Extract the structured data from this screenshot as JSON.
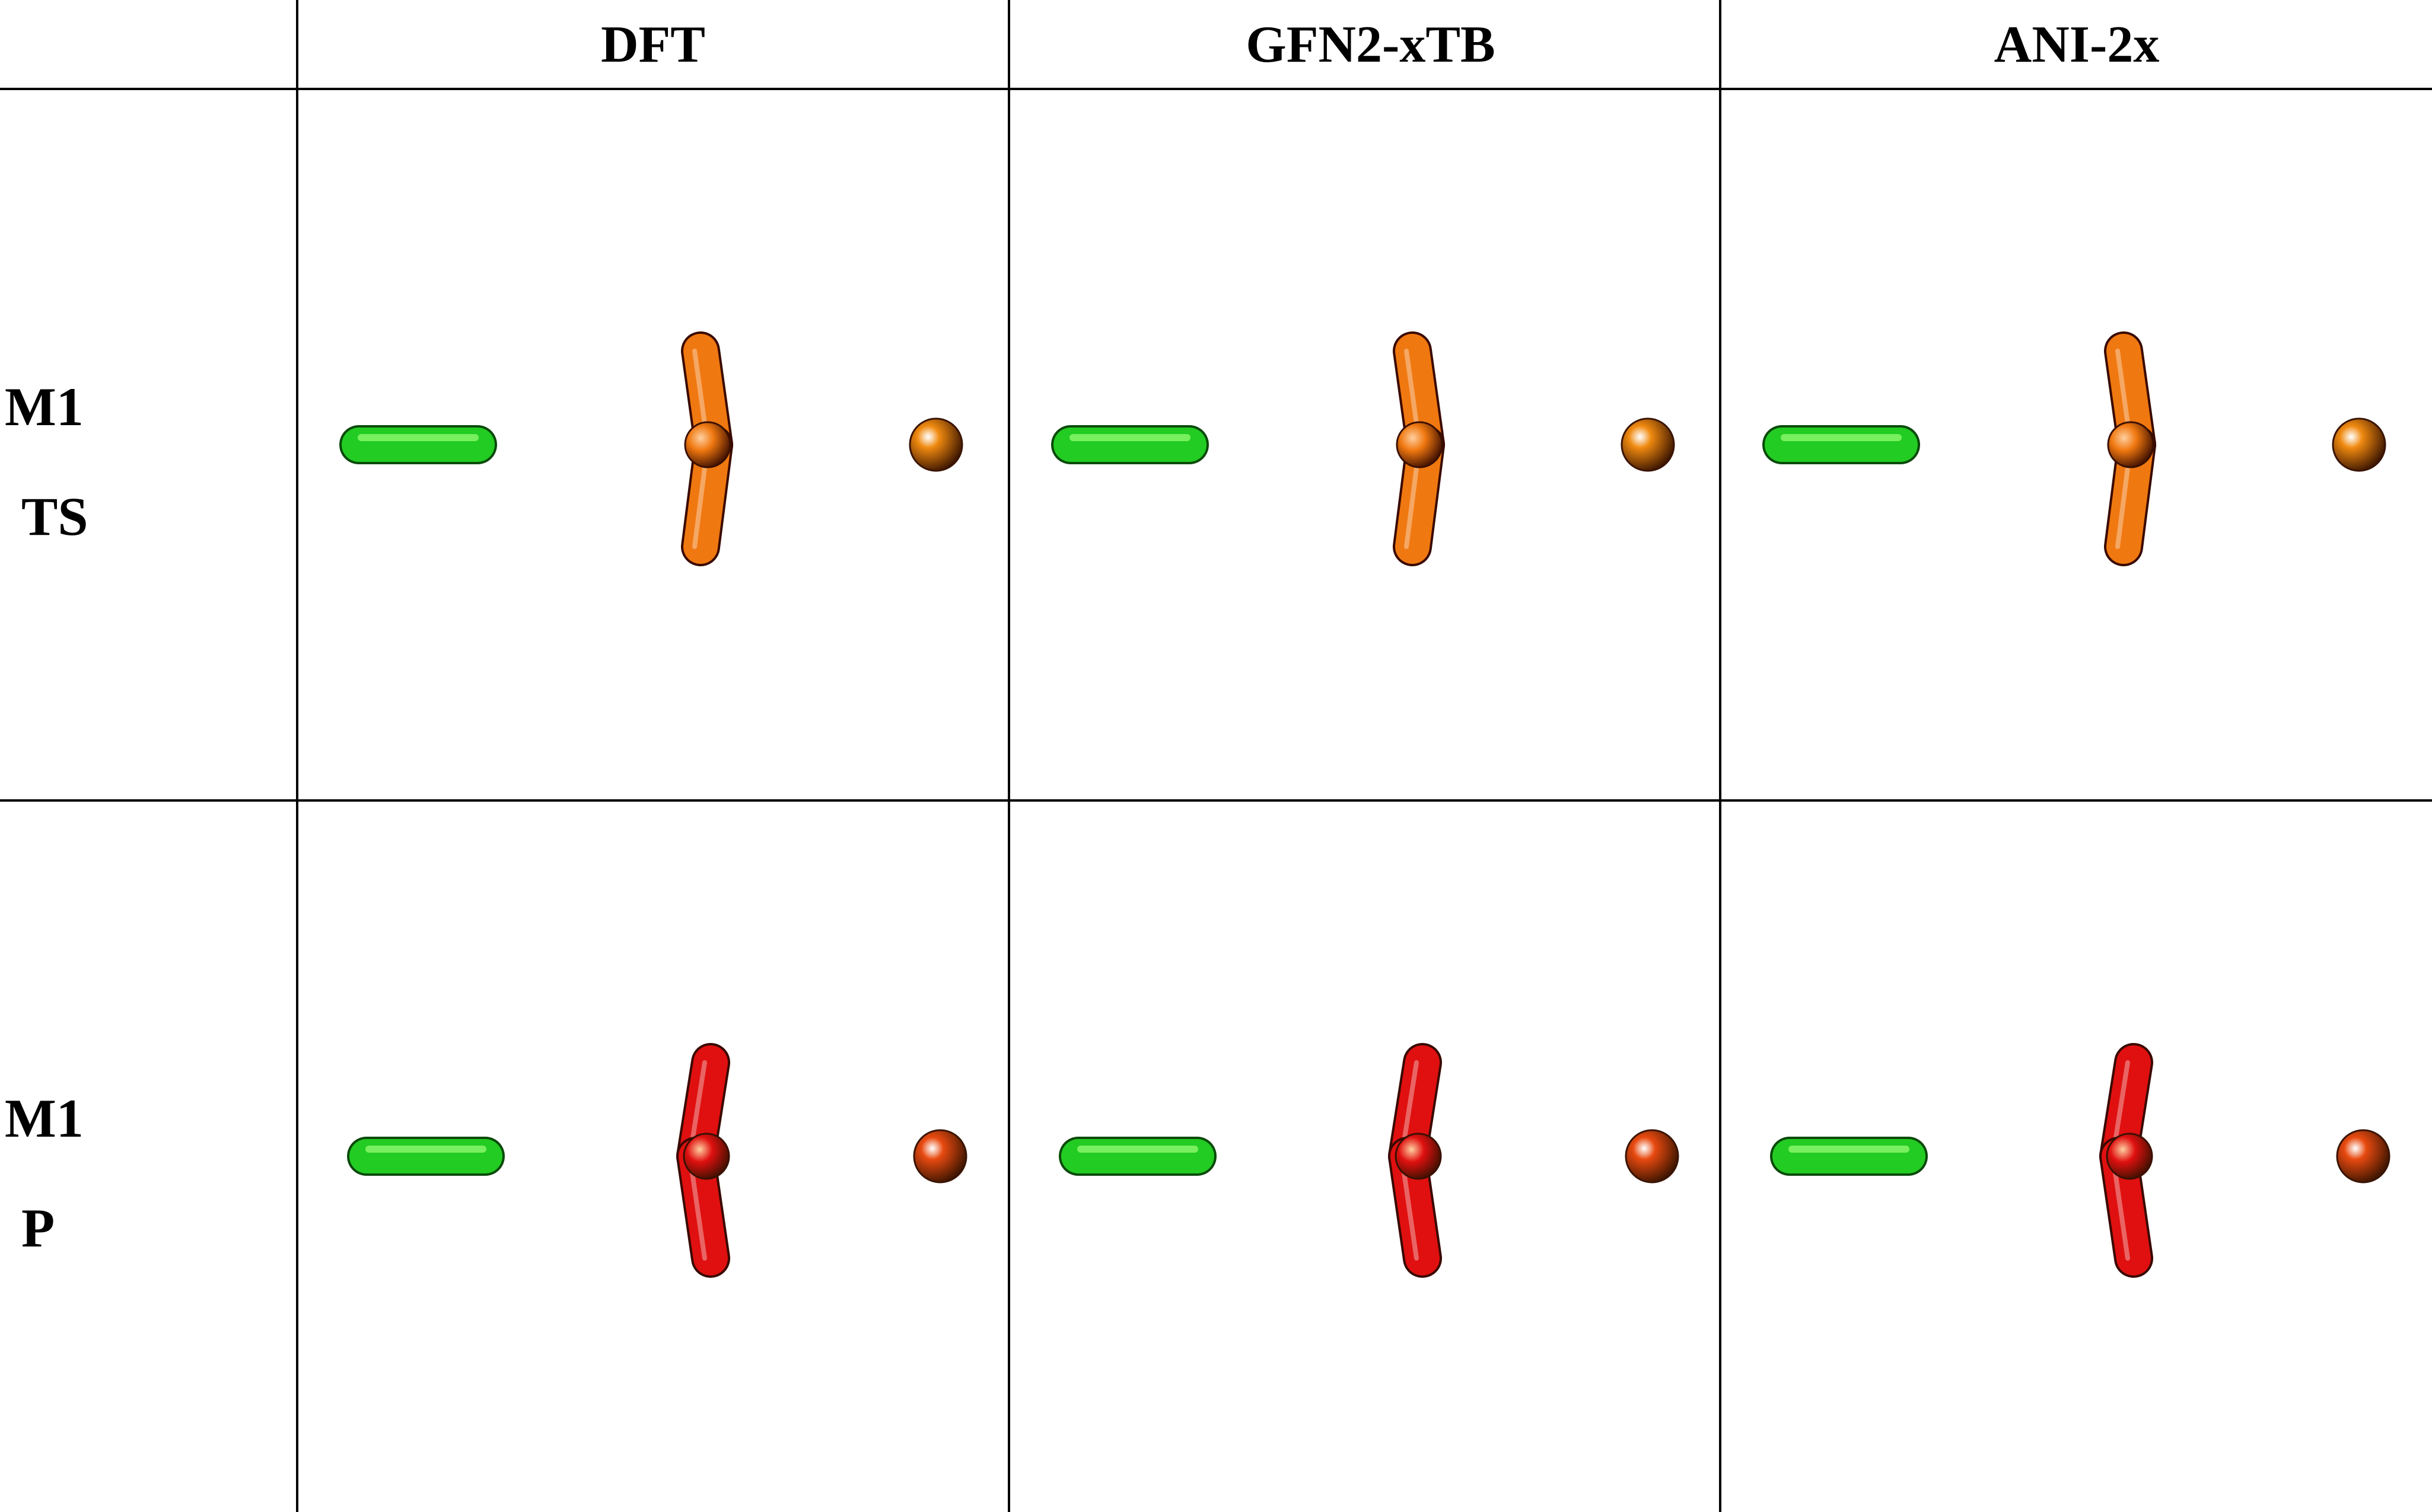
{
  "table": {
    "columns": [
      "DFT",
      "GFN2-xTB",
      "ANI-2x"
    ],
    "rows": [
      {
        "label_line1": "M1",
        "label_line2": "TS",
        "state": "ts"
      },
      {
        "label_line1": "M1",
        "label_line2": "P",
        "state": "p"
      }
    ]
  },
  "colors": {
    "green_bond": "#22cc22",
    "ts_fragment": "#f07810",
    "ts_atom": "#f08a10",
    "p_fragment": "#e01010",
    "p_atom": "#e84a10",
    "grid": "#000000"
  }
}
